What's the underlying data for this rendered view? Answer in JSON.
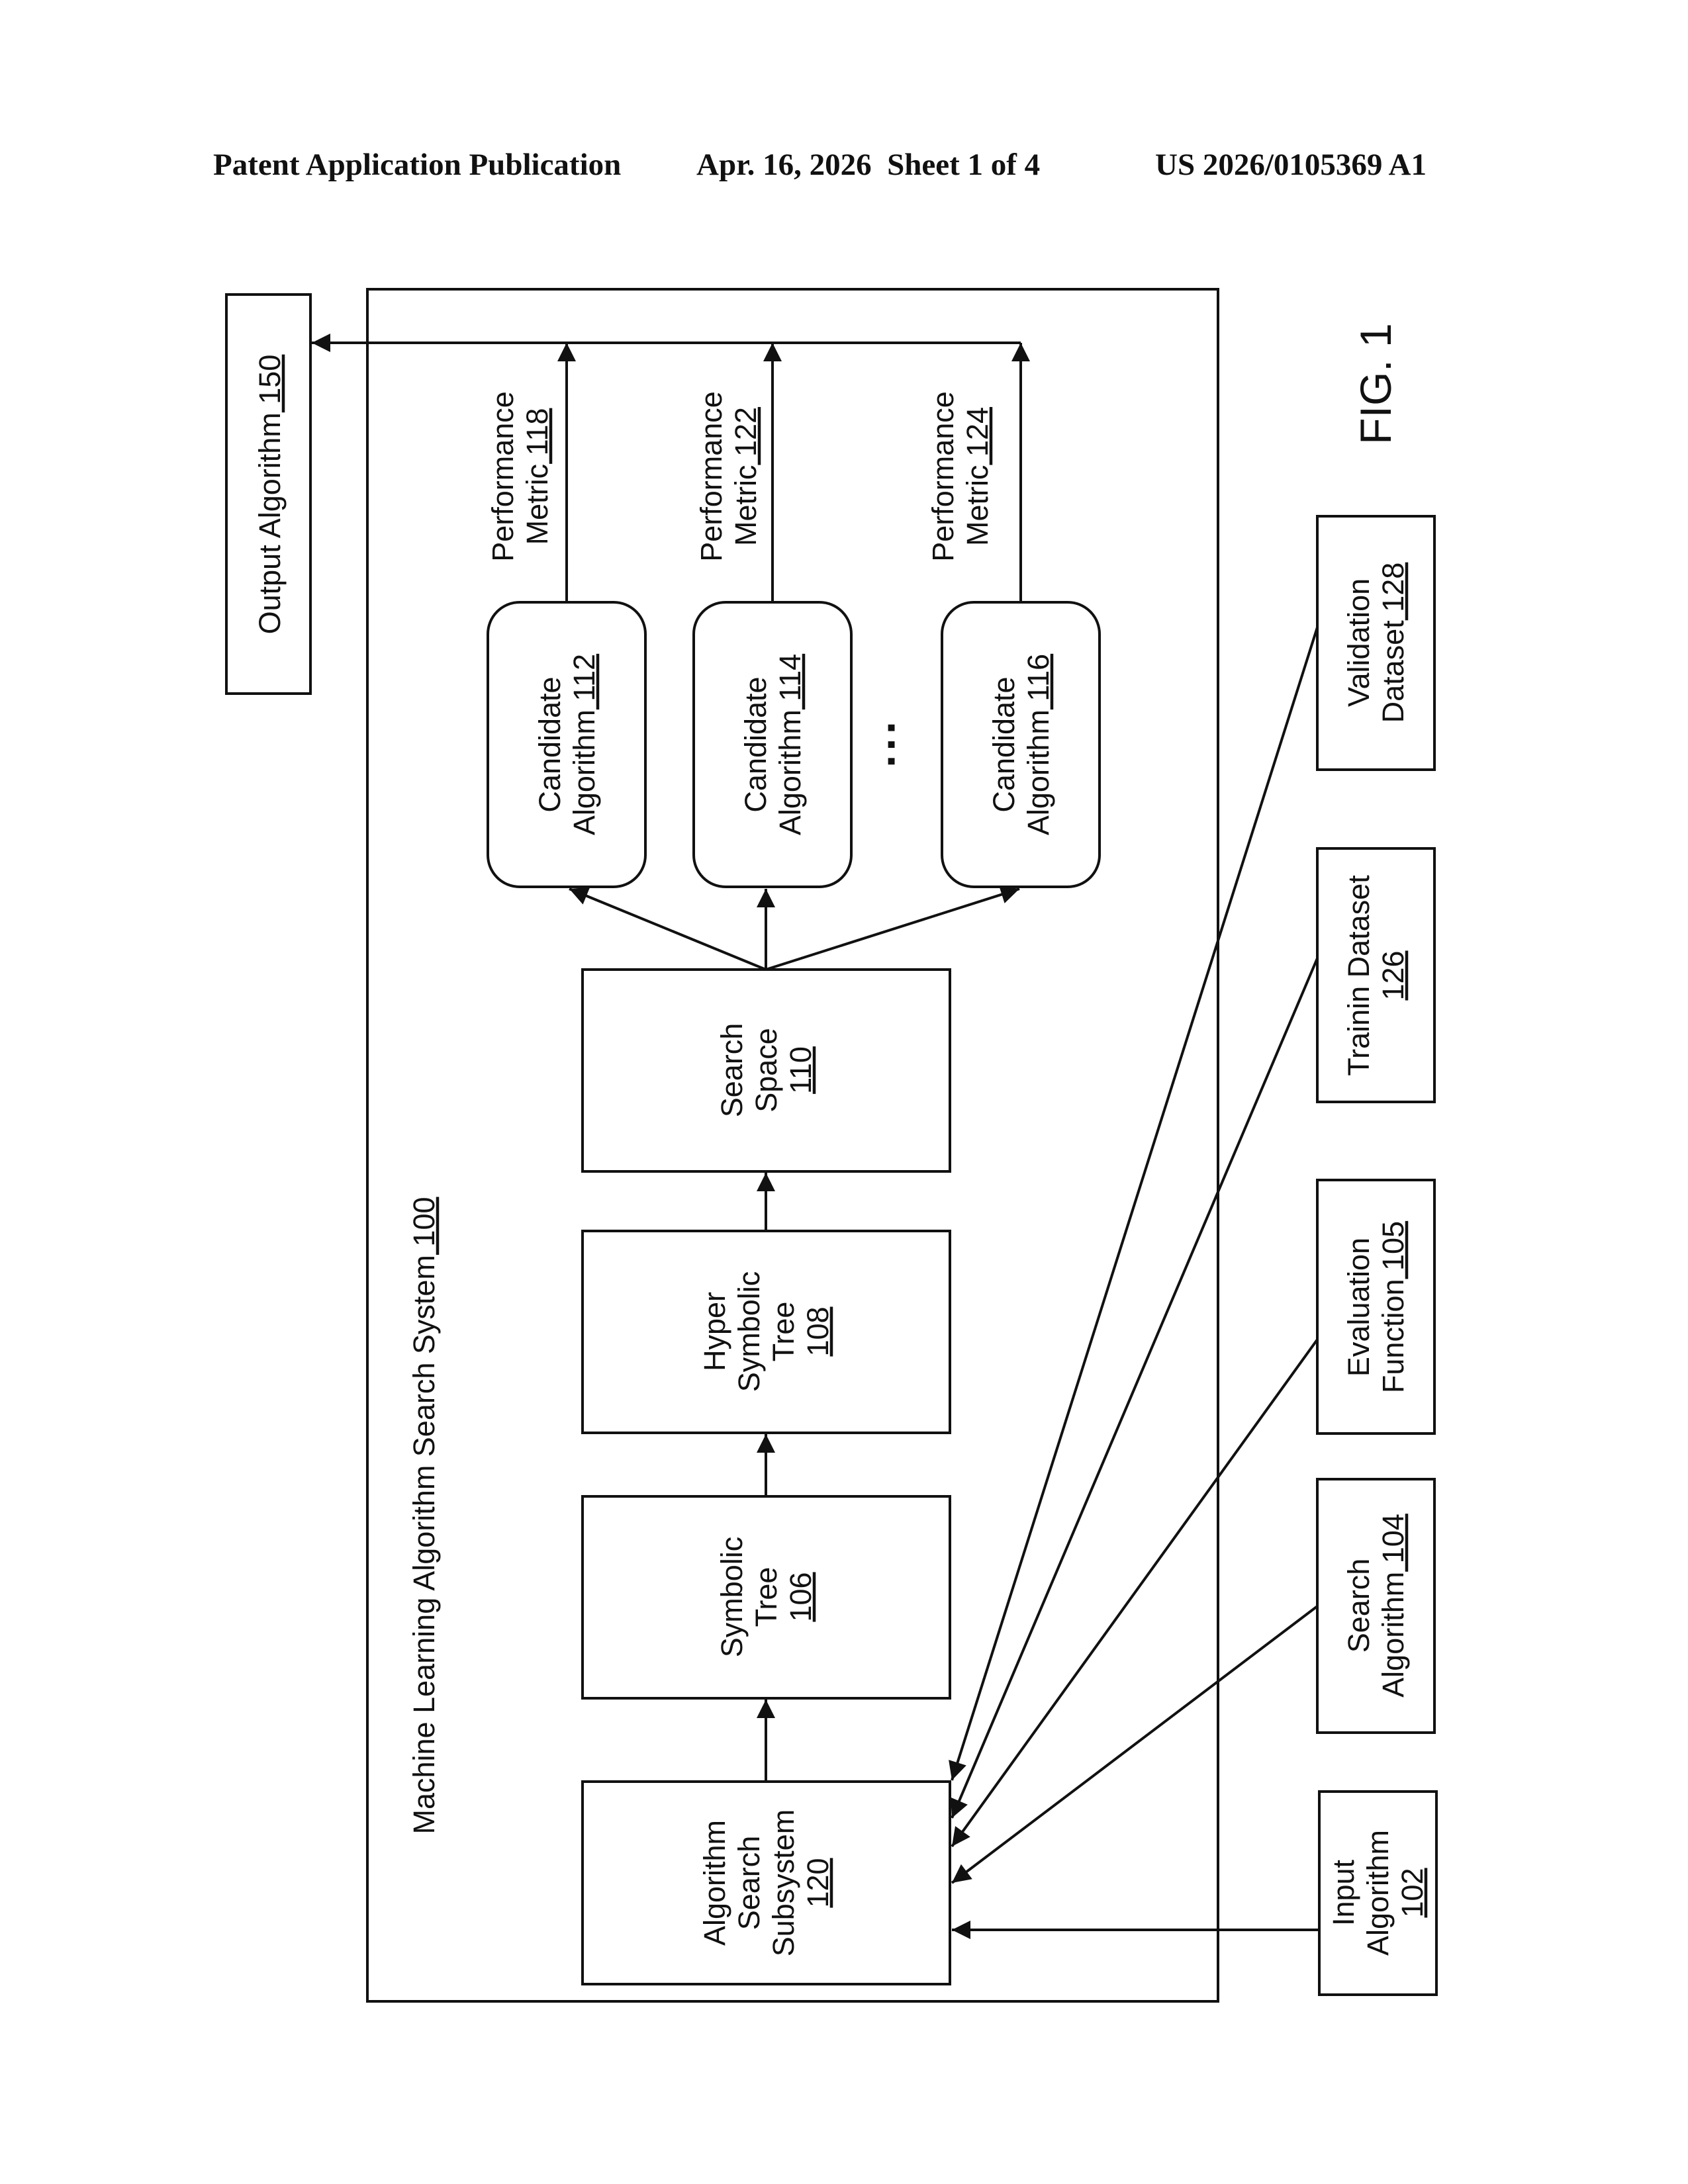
{
  "header": {
    "publication": "Patent Application Publication",
    "date_sheet": "Apr. 16, 2026  Sheet 1 of 4",
    "number": "US 2026/0105369 A1"
  },
  "figure_label": "FIG. 1",
  "system": {
    "label": "Machine Learning Algorithm Search System",
    "ref": "100"
  },
  "output_algorithm": {
    "label": "Output Algorithm",
    "ref": "150"
  },
  "inputs": {
    "input_algorithm": {
      "line1": "Input",
      "line2": "Algorithm",
      "ref": "102"
    },
    "search_algorithm": {
      "line1": "Search",
      "line2": "Algorithm",
      "ref": "104"
    },
    "evaluation_function": {
      "line1": "Evaluation",
      "line2": "Function",
      "ref": "105"
    },
    "training_dataset": {
      "line1": "Trainin Dataset",
      "ref": "126"
    },
    "validation_dataset": {
      "line1": "Validation",
      "line2": "Dataset",
      "ref": "128"
    }
  },
  "pipeline": {
    "algorithm_search_subsystem": {
      "line1": "Algorithm",
      "line2": "Search",
      "line3": "Subsystem",
      "ref": "120"
    },
    "symbolic_tree": {
      "line1": "Symbolic",
      "line2": "Tree",
      "ref": "106"
    },
    "hyper_symbolic_tree": {
      "line1": "Hyper",
      "line2": "Symbolic",
      "line3": "Tree",
      "ref": "108"
    },
    "search_space": {
      "line1": "Search",
      "line2": "Space",
      "ref": "110"
    }
  },
  "candidates": [
    {
      "line1": "Candidate",
      "line2": "Algorithm",
      "ref": "112"
    },
    {
      "line1": "Candidate",
      "line2": "Algorithm",
      "ref": "114"
    },
    {
      "line1": "Candidate",
      "line2": "Algorithm",
      "ref": "116"
    }
  ],
  "metrics": [
    {
      "line1": "Performance",
      "line2": "Metric",
      "ref": "118"
    },
    {
      "line1": "Performance",
      "line2": "Metric",
      "ref": "122"
    },
    {
      "line1": "Performance",
      "line2": "Metric",
      "ref": "124"
    }
  ],
  "ellipsis": "▪ ▪ ▪"
}
